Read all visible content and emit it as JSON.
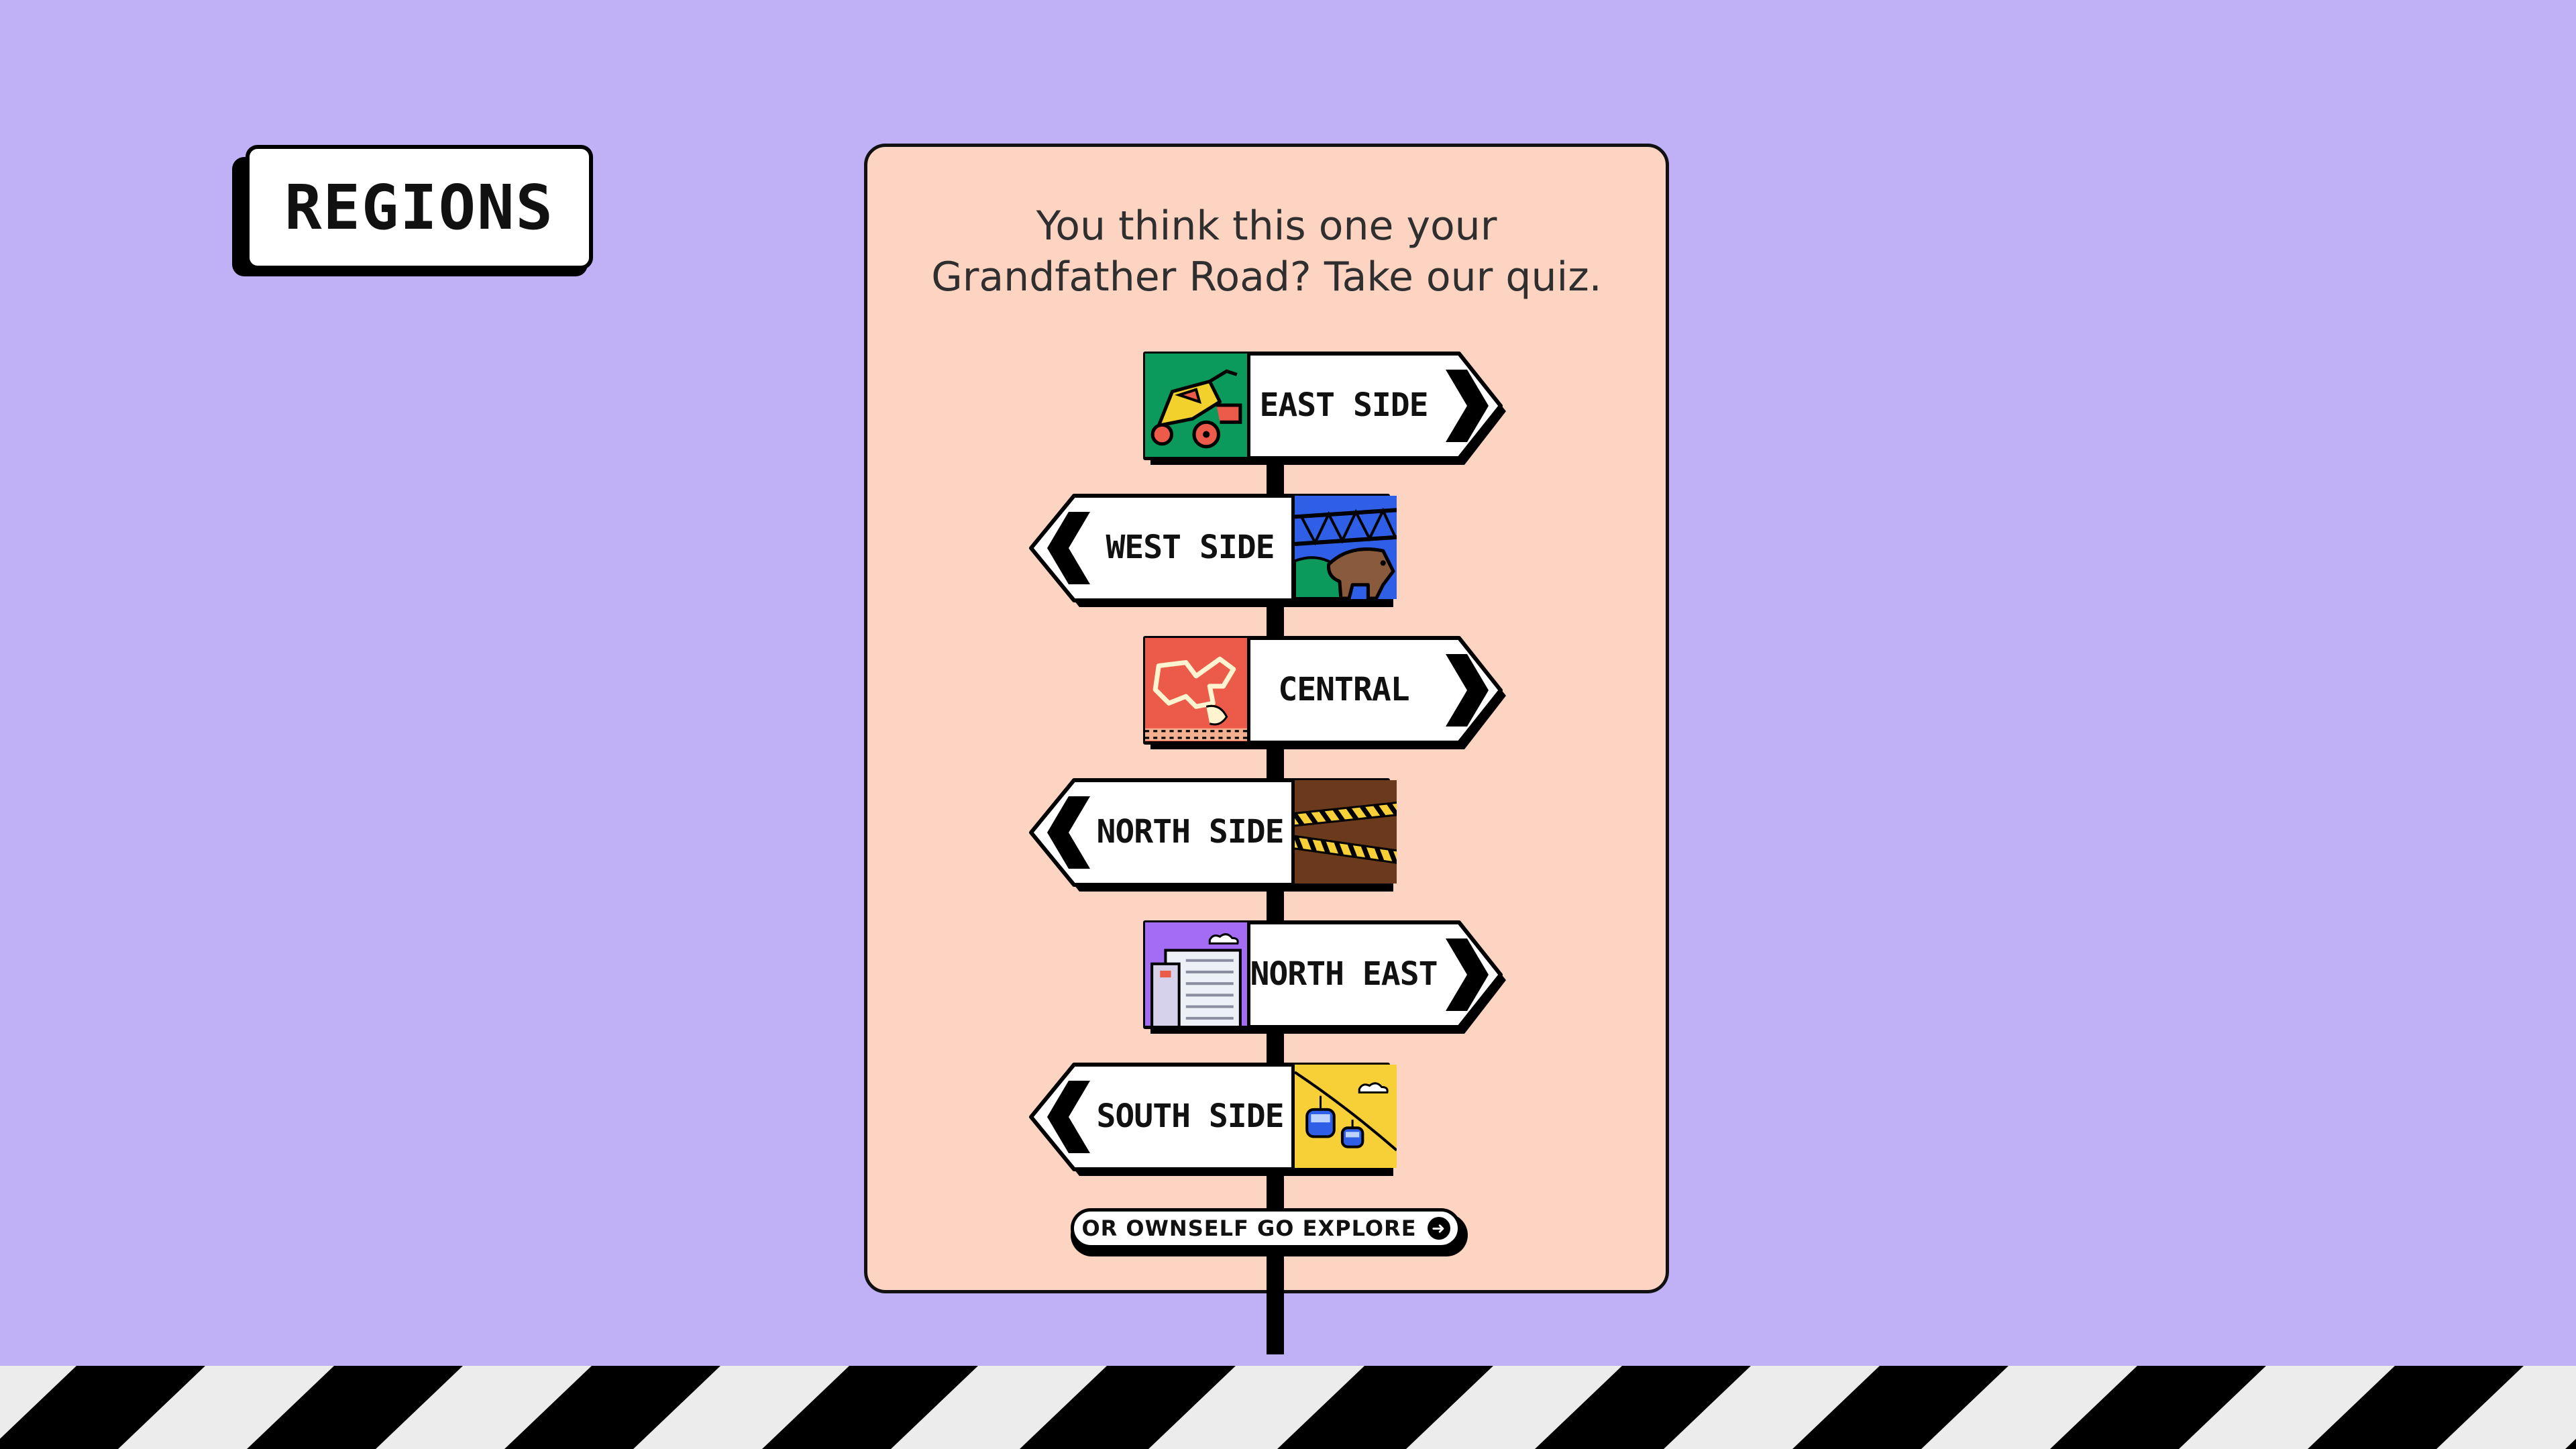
{
  "regions_badge": {
    "label": "REGIONS"
  },
  "quiz": {
    "title_line1": "You think this one your",
    "title_line2": "Grandfather Road? Take our quiz."
  },
  "signs": [
    {
      "label": "EAST SIDE",
      "direction": "right",
      "tile_icon": "tricycle-icon",
      "tile_color": "#0c9a5c"
    },
    {
      "label": "WEST SIDE",
      "direction": "left",
      "tile_icon": "bridge-boar-icon",
      "tile_color": "#2f5fe6"
    },
    {
      "label": "CENTRAL",
      "direction": "right",
      "tile_icon": "map-dragon-icon",
      "tile_color": "#ec5a4a"
    },
    {
      "label": "NORTH SIDE",
      "direction": "left",
      "tile_icon": "caution-tape-icon",
      "tile_color": "#6b3a1c"
    },
    {
      "label": "NORTH EAST",
      "direction": "right",
      "tile_icon": "hdb-flat-icon",
      "tile_color": "#a46cf2"
    },
    {
      "label": "SOUTH SIDE",
      "direction": "left",
      "tile_icon": "cable-car-icon",
      "tile_color": "#f7d038"
    }
  ],
  "explore_button": {
    "label": "OR OWNSELF GO EXPLORE",
    "icon": "arrow-circle-right-icon"
  },
  "colors": {
    "background": "#c0b1f6",
    "card": "#fdd3c2",
    "stripe_dark": "#000000",
    "stripe_light": "#ececec"
  }
}
